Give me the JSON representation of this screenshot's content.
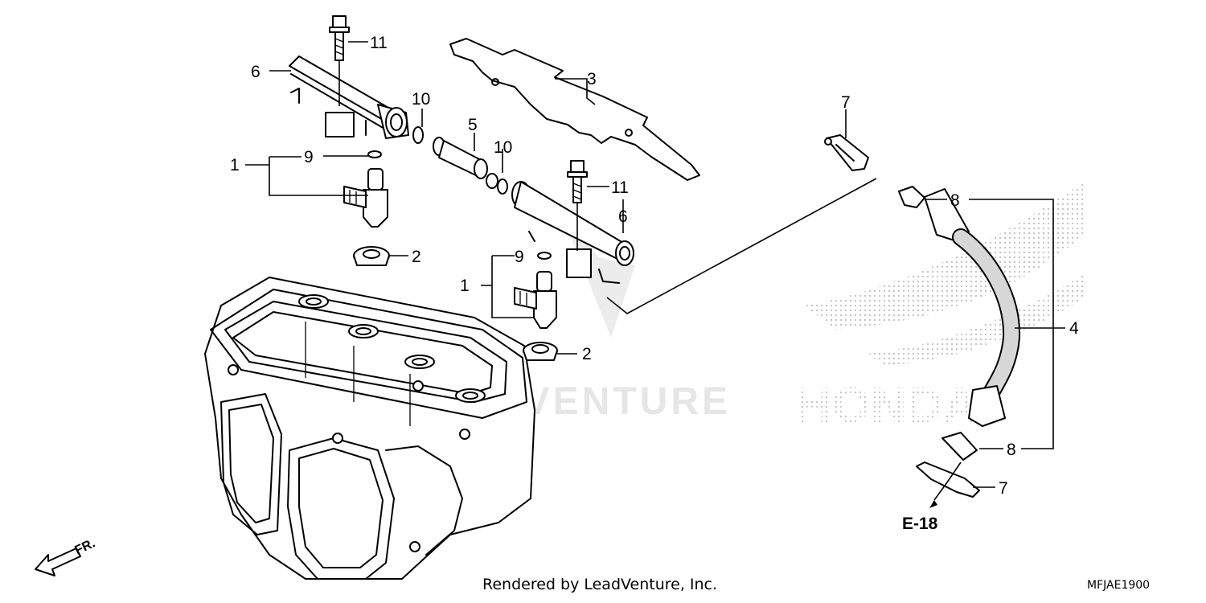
{
  "diagram": {
    "callouts": [
      "1",
      "2",
      "3",
      "4",
      "5",
      "6",
      "7",
      "8",
      "9",
      "10",
      "11"
    ],
    "reference_label": "E-18",
    "direction_label": "FR.",
    "watermark_text": "LEADVENTURE",
    "watermark_brand": "HONDA",
    "footer_credit": "Rendered by LeadVenture, Inc.",
    "diagram_code": "MFJAE1900"
  },
  "colors": {
    "line": "#000000",
    "background": "#ffffff",
    "watermark": "#e6e6e6"
  }
}
